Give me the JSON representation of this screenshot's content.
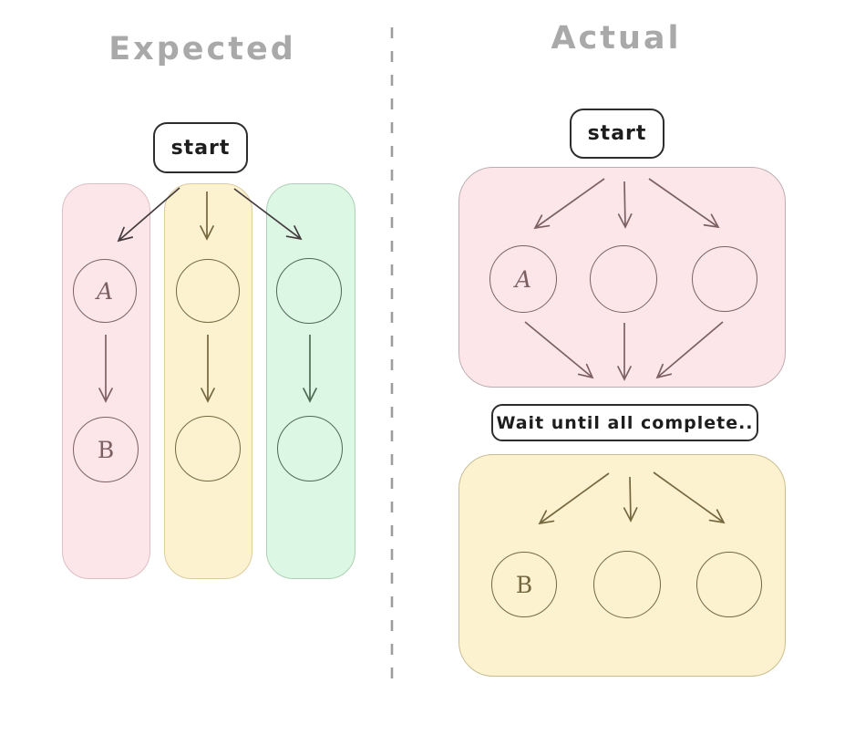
{
  "titles": {
    "left": "Expected",
    "right": "Actual"
  },
  "left_panel": {
    "start_label": "start",
    "columns": [
      {
        "name": "pink-lane",
        "fill": "#fce6ea",
        "border": "#dcbfc5",
        "stroke": "#7d6062",
        "nodes": [
          "A",
          "B"
        ]
      },
      {
        "name": "yellow-lane",
        "fill": "#fcf2d0",
        "border": "#dbcc9e",
        "stroke": "#75683f",
        "nodes": [
          "",
          ""
        ]
      },
      {
        "name": "green-lane",
        "fill": "#dcf7e3",
        "border": "#aecfb6",
        "stroke": "#4e6a52",
        "nodes": [
          "",
          ""
        ]
      }
    ]
  },
  "right_panel": {
    "start_label": "start",
    "wait_label": "Wait until all complete..",
    "stage1": {
      "name": "parallel-stage-1",
      "fill": "#fce6ea",
      "border": "#bcaeb1",
      "stroke": "#7d6062",
      "nodes": [
        "A",
        "",
        ""
      ]
    },
    "stage2": {
      "name": "parallel-stage-2",
      "fill": "#fcf2d0",
      "border": "#c8bc92",
      "stroke": "#75683f",
      "nodes": [
        "B",
        "",
        ""
      ]
    }
  },
  "colors": {
    "title_gray": "#a9a9a9",
    "divider_gray": "#9d9d9d",
    "box_border": "#2d2d2d",
    "dark_arrow": "#443c3f",
    "pink_stroke": "#7d6062",
    "olive_stroke": "#75683f",
    "green_stroke": "#4e6a52"
  }
}
